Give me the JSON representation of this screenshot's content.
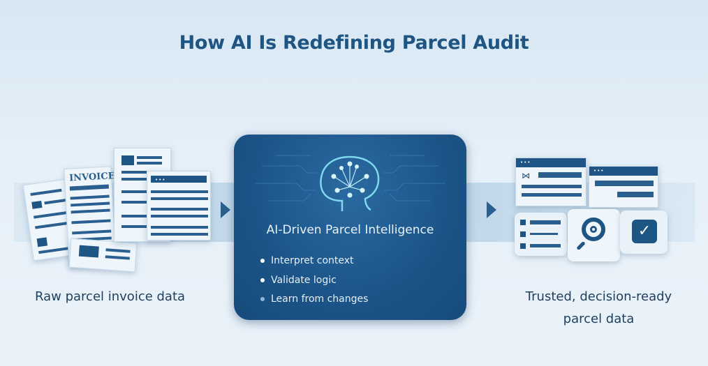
{
  "title": "How AI Is Redefining Parcel Audit",
  "left": {
    "caption": "Raw parcel invoice data",
    "invoice_label": "INVOICE",
    "icon": "invoice-documents-icon"
  },
  "center": {
    "title": "AI-Driven Parcel Intelligence",
    "icon": "brain-circuit-icon",
    "bullets": [
      "Interpret context",
      "Validate logic",
      "Learn from changes"
    ]
  },
  "right": {
    "caption_line1": "Trusted, decision-ready",
    "caption_line2": "parcel data",
    "icons": [
      "dashboard-window-icon",
      "list-icon",
      "search-icon",
      "checkbox-icon"
    ]
  },
  "colors": {
    "primary": "#1f5585",
    "box": "#1c5488",
    "background": "#e6f0f8"
  }
}
